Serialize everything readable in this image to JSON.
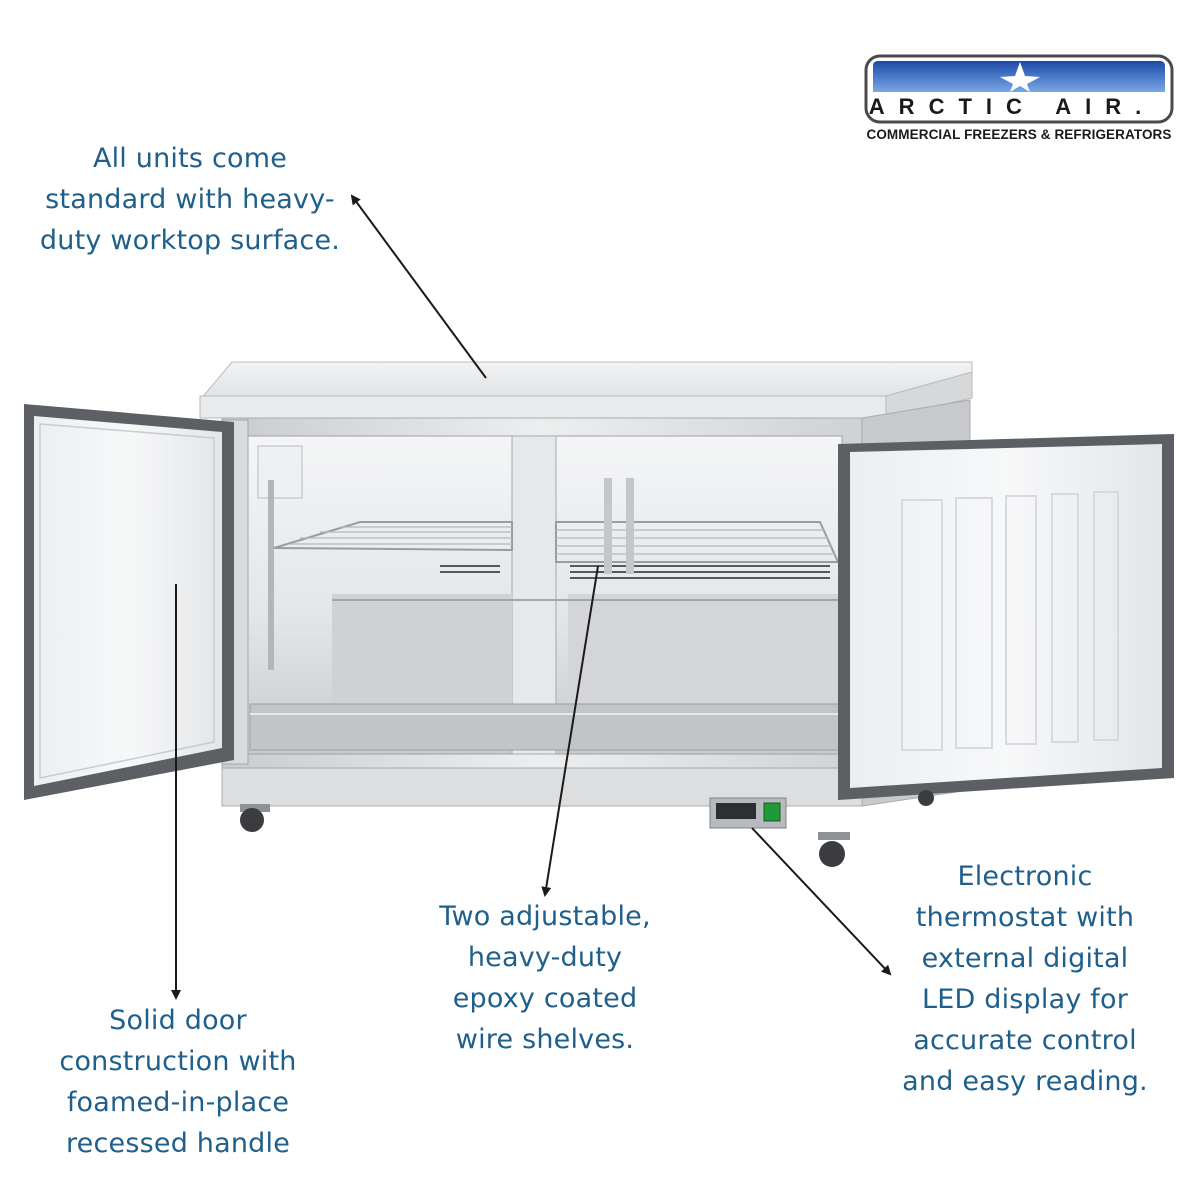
{
  "logo": {
    "brand": "ARCTIC AIR.",
    "tagline": "COMMERCIAL FREEZERS & REFRIGERATORS",
    "colors": {
      "blue_top": "#1d49a6",
      "blue_bottom": "#6f9fe0",
      "frame": "#4a4a4a"
    }
  },
  "callouts": {
    "worktop": {
      "lines": [
        "All units come",
        "standard with heavy-",
        "duty worktop surface."
      ]
    },
    "shelves": {
      "lines": [
        "Two adjustable,",
        "heavy-duty",
        "epoxy coated",
        "wire shelves."
      ]
    },
    "thermostat": {
      "lines": [
        "Electronic",
        "thermostat with",
        "external digital",
        "LED display for",
        "accurate control",
        "and easy reading."
      ]
    },
    "door": {
      "lines": [
        "Solid door",
        "construction with",
        "foamed-in-place",
        "recessed handle"
      ]
    }
  },
  "colors": {
    "callout_text": "#1f5f8b",
    "arrow": "#1a1a1a",
    "steel": "#d9dadc",
    "gasket": "#5c5f63",
    "power_switch": "#1f9a3a"
  }
}
